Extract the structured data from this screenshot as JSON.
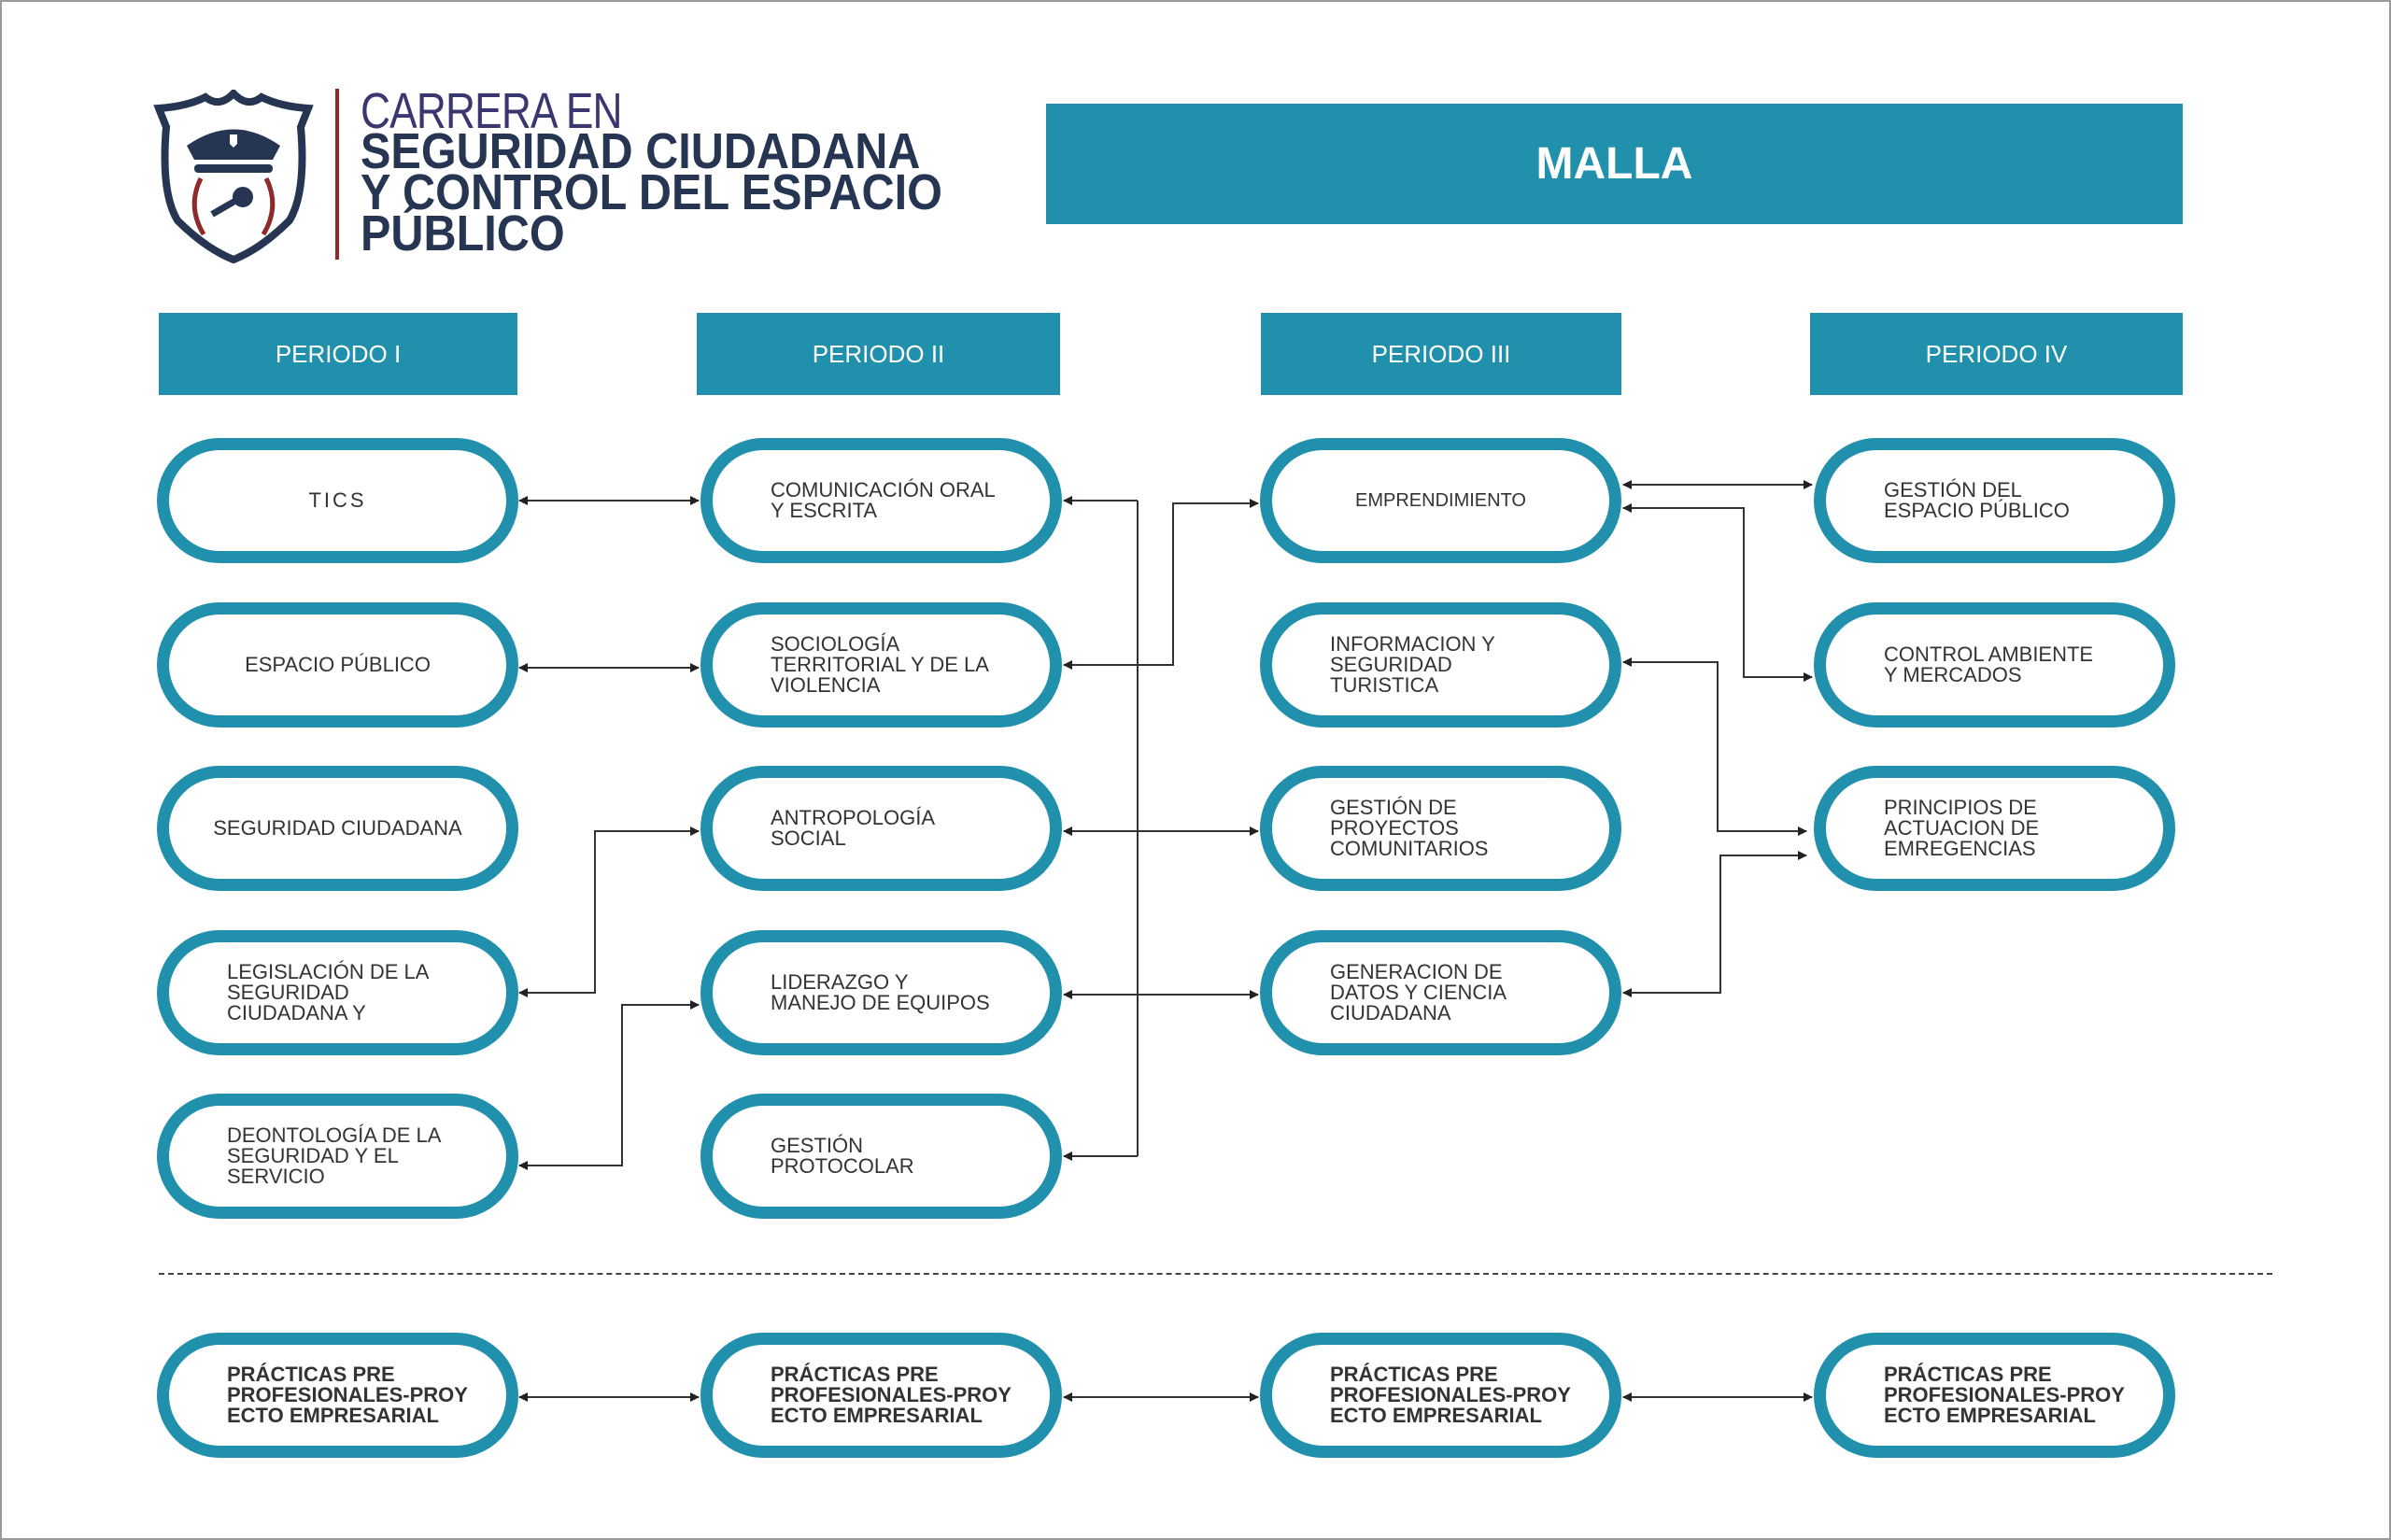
{
  "header": {
    "line1": "CARRERA EN",
    "line2": "SEGURIDAD CIUDADANA",
    "line3": "Y CONTROL DEL ESPACIO",
    "line4": "PÚBLICO",
    "banner": "MALLA"
  },
  "colors": {
    "teal": "#2090ad",
    "navy": "#253552",
    "red": "#8e2a2a"
  },
  "periods": [
    "PERIODO I",
    "PERIODO II",
    "PERIODO III",
    "PERIODO IV"
  ],
  "courses": {
    "p1": [
      "TICS",
      "ESPACIO PÚBLICO",
      "SEGURIDAD CIUDADANA",
      "LEGISLACIÓN DE LA\nSEGURIDAD\nCIUDADANA Y",
      "DEONTOLOGÍA DE LA\nSEGURIDAD Y EL\nSERVICIO"
    ],
    "p2": [
      "COMUNICACIÓN ORAL\nY ESCRITA",
      "SOCIOLOGÍA\nTERRITORIAL Y DE LA\nVIOLENCIA",
      "ANTROPOLOGÍA\nSOCIAL",
      "LIDERAZGO Y\nMANEJO DE EQUIPOS",
      "GESTIÓN\nPROTOCOLAR"
    ],
    "p3": [
      "EMPRENDIMIENTO",
      "INFORMACION Y\nSEGURIDAD\nTURISTICA",
      "GESTIÓN DE\nPROYECTOS\nCOMUNITARIOS",
      "GENERACION DE\nDATOS Y CIENCIA\nCIUDADANA"
    ],
    "p4": [
      "GESTIÓN DEL\nESPACIO PÚBLICO",
      "CONTROL AMBIENTE\nY MERCADOS",
      "PRINCIPIOS DE\nACTUACION DE\nEMREGENCIAS"
    ]
  },
  "practicas": [
    "PRÁCTICAS PRE\nPROFESIONALES-PROY\nECTO EMPRESARIAL",
    "PRÁCTICAS PRE\nPROFESIONALES-PROY\nECTO EMPRESARIAL",
    "PRÁCTICAS PRE\nPROFESIONALES-PROY\nECTO EMPRESARIAL",
    "PRÁCTICAS PRE\nPROFESIONALES-PROY\nECTO EMPRESARIAL"
  ]
}
